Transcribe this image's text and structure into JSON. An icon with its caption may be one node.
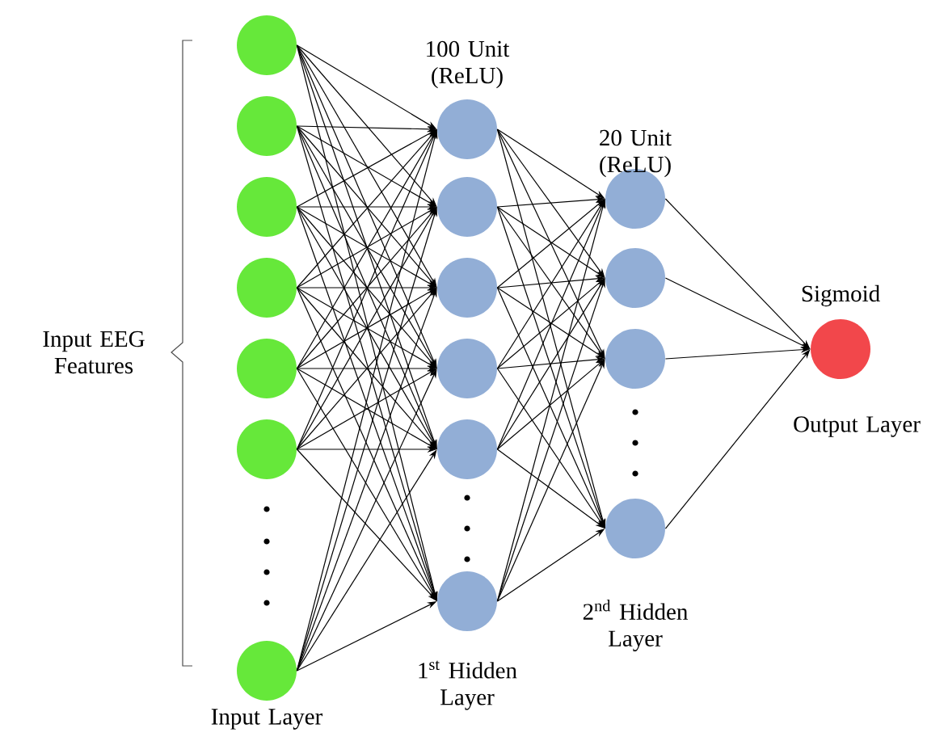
{
  "diagram": {
    "nodes": [
      {
        "text": [],
        "shape": "circle"
      },
      {
        "text": [],
        "shape": "circle"
      },
      {
        "text": [],
        "shape": "circle"
      },
      {
        "text": [],
        "shape": "circle"
      },
      {
        "text": [],
        "shape": "circle"
      },
      {
        "text": [],
        "shape": "circle"
      },
      {
        "text": [],
        "shape": "circle"
      },
      {
        "text": [],
        "shape": "circle"
      },
      {
        "text": [],
        "shape": "circle"
      },
      {
        "text": [],
        "shape": "circle"
      },
      {
        "text": [],
        "shape": "circle"
      },
      {
        "text": [],
        "shape": "circle"
      },
      {
        "text": [],
        "shape": "circle"
      },
      {
        "text": [],
        "shape": "circle"
      },
      {
        "text": [],
        "shape": "circle"
      },
      {
        "text": [],
        "shape": "circle"
      },
      {
        "text": [],
        "shape": "circle"
      },
      {
        "text": [],
        "shape": "circle"
      }
    ],
    "edges": [
      {
        "from": 0,
        "to": 7,
        "arrow": "to"
      },
      {
        "from": 0,
        "to": 8,
        "arrow": "to"
      },
      {
        "from": 0,
        "to": 9,
        "arrow": "to"
      },
      {
        "from": 0,
        "to": 10,
        "arrow": "to"
      },
      {
        "from": 0,
        "to": 11,
        "arrow": "to"
      },
      {
        "from": 0,
        "to": 12,
        "arrow": "to"
      },
      {
        "from": 1,
        "to": 7,
        "arrow": "to"
      },
      {
        "from": 1,
        "to": 8,
        "arrow": "to"
      },
      {
        "from": 1,
        "to": 9,
        "arrow": "to"
      },
      {
        "from": 1,
        "to": 10,
        "arrow": "to"
      },
      {
        "from": 1,
        "to": 11,
        "arrow": "to"
      },
      {
        "from": 1,
        "to": 12,
        "arrow": "to"
      },
      {
        "from": 2,
        "to": 7,
        "arrow": "to"
      },
      {
        "from": 2,
        "to": 8,
        "arrow": "to"
      },
      {
        "from": 2,
        "to": 9,
        "arrow": "to"
      },
      {
        "from": 2,
        "to": 10,
        "arrow": "to"
      },
      {
        "from": 2,
        "to": 11,
        "arrow": "to"
      },
      {
        "from": 2,
        "to": 12,
        "arrow": "to"
      },
      {
        "from": 3,
        "to": 7,
        "arrow": "to"
      },
      {
        "from": 3,
        "to": 8,
        "arrow": "to"
      },
      {
        "from": 3,
        "to": 9,
        "arrow": "to"
      },
      {
        "from": 3,
        "to": 10,
        "arrow": "to"
      },
      {
        "from": 3,
        "to": 11,
        "arrow": "to"
      },
      {
        "from": 3,
        "to": 12,
        "arrow": "to"
      },
      {
        "from": 4,
        "to": 7,
        "arrow": "to"
      },
      {
        "from": 4,
        "to": 8,
        "arrow": "to"
      },
      {
        "from": 4,
        "to": 9,
        "arrow": "to"
      },
      {
        "from": 4,
        "to": 10,
        "arrow": "to"
      },
      {
        "from": 4,
        "to": 11,
        "arrow": "to"
      },
      {
        "from": 4,
        "to": 12,
        "arrow": "to"
      },
      {
        "from": 5,
        "to": 7,
        "arrow": "to"
      },
      {
        "from": 5,
        "to": 8,
        "arrow": "to"
      },
      {
        "from": 5,
        "to": 9,
        "arrow": "to"
      },
      {
        "from": 5,
        "to": 10,
        "arrow": "to"
      },
      {
        "from": 5,
        "to": 11,
        "arrow": "to"
      },
      {
        "from": 5,
        "to": 12,
        "arrow": "to"
      },
      {
        "from": 6,
        "to": 7,
        "arrow": "to"
      },
      {
        "from": 6,
        "to": 8,
        "arrow": "to"
      },
      {
        "from": 6,
        "to": 9,
        "arrow": "to"
      },
      {
        "from": 6,
        "to": 10,
        "arrow": "to"
      },
      {
        "from": 6,
        "to": 11,
        "arrow": "to"
      },
      {
        "from": 6,
        "to": 12,
        "arrow": "to"
      },
      {
        "from": 7,
        "to": 13,
        "arrow": "to"
      },
      {
        "from": 7,
        "to": 14,
        "arrow": "to"
      },
      {
        "from": 7,
        "to": 15,
        "arrow": "to"
      },
      {
        "from": 7,
        "to": 16,
        "arrow": "to"
      },
      {
        "from": 8,
        "to": 13,
        "arrow": "to"
      },
      {
        "from": 8,
        "to": 14,
        "arrow": "to"
      },
      {
        "from": 8,
        "to": 15,
        "arrow": "to"
      },
      {
        "from": 8,
        "to": 16,
        "arrow": "to"
      },
      {
        "from": 9,
        "to": 13,
        "arrow": "to"
      },
      {
        "from": 9,
        "to": 14,
        "arrow": "to"
      },
      {
        "from": 9,
        "to": 15,
        "arrow": "to"
      },
      {
        "from": 9,
        "to": 16,
        "arrow": "to"
      },
      {
        "from": 10,
        "to": 13,
        "arrow": "to"
      },
      {
        "from": 10,
        "to": 14,
        "arrow": "to"
      },
      {
        "from": 10,
        "to": 15,
        "arrow": "to"
      },
      {
        "from": 10,
        "to": 16,
        "arrow": "to"
      },
      {
        "from": 11,
        "to": 13,
        "arrow": "to"
      },
      {
        "from": 11,
        "to": 14,
        "arrow": "to"
      },
      {
        "from": 11,
        "to": 15,
        "arrow": "to"
      },
      {
        "from": 11,
        "to": 16,
        "arrow": "to"
      },
      {
        "from": 12,
        "to": 13,
        "arrow": "to"
      },
      {
        "from": 12,
        "to": 14,
        "arrow": "to"
      },
      {
        "from": 12,
        "to": 15,
        "arrow": "to"
      },
      {
        "from": 12,
        "to": 16,
        "arrow": "to"
      },
      {
        "from": 13,
        "to": 17,
        "arrow": "to"
      },
      {
        "from": 14,
        "to": 17,
        "arrow": "to"
      },
      {
        "from": 15,
        "to": 17,
        "arrow": "to"
      },
      {
        "from": 16,
        "to": 17,
        "arrow": "to"
      }
    ],
    "labels": [
      "Input EEG Features",
      "100 Unit (ReLU)",
      "20 Unit (ReLU)",
      "Sigmoid",
      "Output Layer",
      "Input Layer",
      "1$^{st}$ Hidden Layer",
      "2$^{nd}$ Hidden Layer"
    ]
  }
}
